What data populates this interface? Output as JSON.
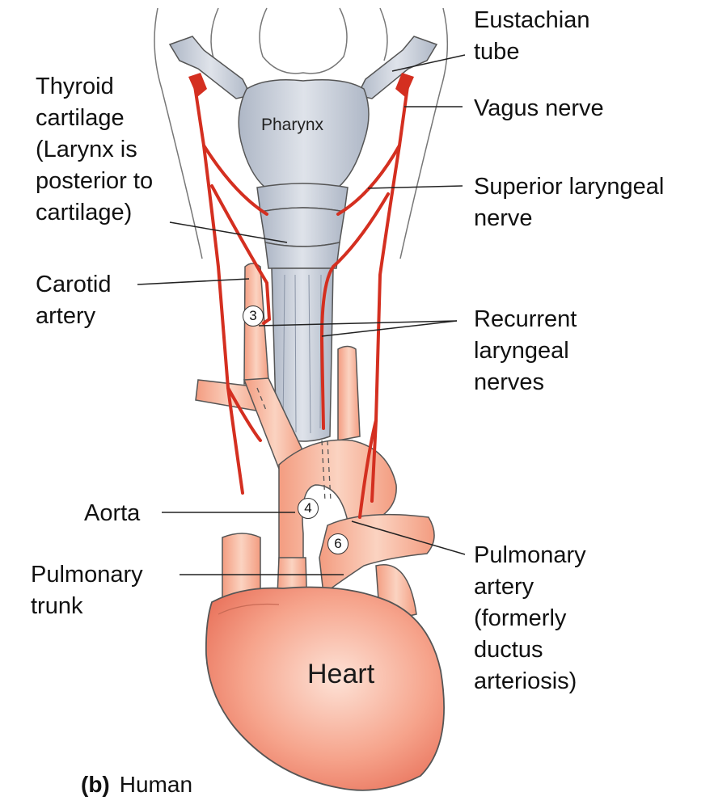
{
  "labels": {
    "eustachian": "Eustachian\ntube",
    "vagus": "Vagus nerve",
    "thyroid": "Thyroid\ncartilage\n(Larynx is\nposterior to\ncartilage)",
    "superior": "Superior laryngeal\nnerve",
    "carotid": "Carotid\nartery",
    "recurrent": "Recurrent\nlaryngeal\nnerves",
    "aorta": "Aorta",
    "pulm_trunk": "Pulmonary\ntrunk",
    "pulm_artery": "Pulmonary\nartery\n(formerly\nductus\narteriosis)"
  },
  "inner": {
    "pharynx": "Pharynx",
    "heart": "Heart"
  },
  "arch_numbers": [
    "3",
    "4",
    "6"
  ],
  "caption": {
    "letter": "(b)",
    "text": "Human"
  },
  "colors": {
    "nerve": "#d42f20",
    "vessel": "#f7b79a",
    "heart": "#f0907a",
    "pharynx": "#c5ccd8"
  }
}
